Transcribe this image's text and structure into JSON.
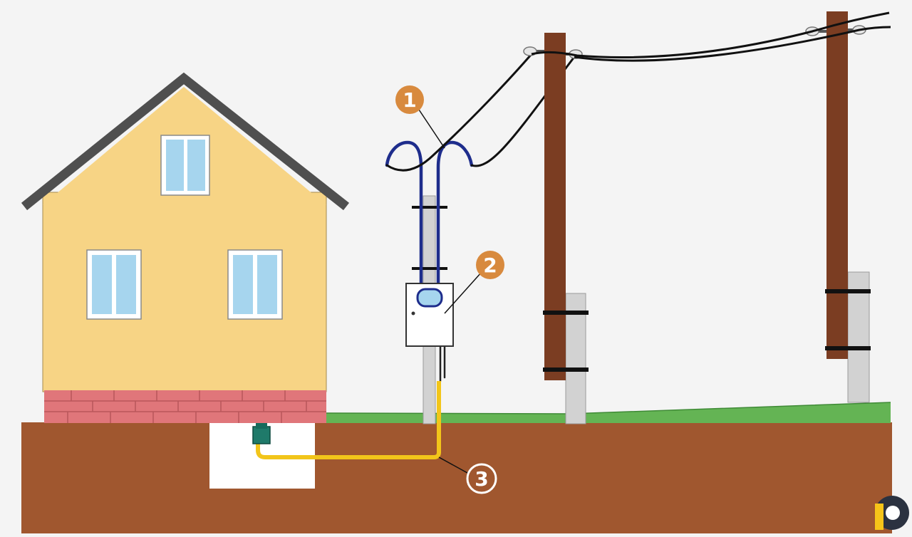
{
  "callouts": [
    {
      "id": "1",
      "label": "1"
    },
    {
      "id": "2",
      "label": "2"
    },
    {
      "id": "3",
      "label": "3"
    }
  ],
  "colors": {
    "sky": "#f4f4f4",
    "soil": "#a0572f",
    "grass": "#64b454",
    "house_wall": "#f7d485",
    "roof": "#4f4f4f",
    "brick": "#e0767a",
    "window_glass": "#a6d5ee",
    "pole_wood": "#7b3d22",
    "concrete": "#d2d2d2",
    "service_cable": "#1e2d8c",
    "underground_cable": "#f2c51a",
    "callout_orange": "#d88a3e",
    "callout_white": "#ffffff"
  },
  "icons": {
    "logo": "round-logo-icon",
    "meter": "electricity-meter-box-icon",
    "junction": "cable-junction-box-icon"
  }
}
